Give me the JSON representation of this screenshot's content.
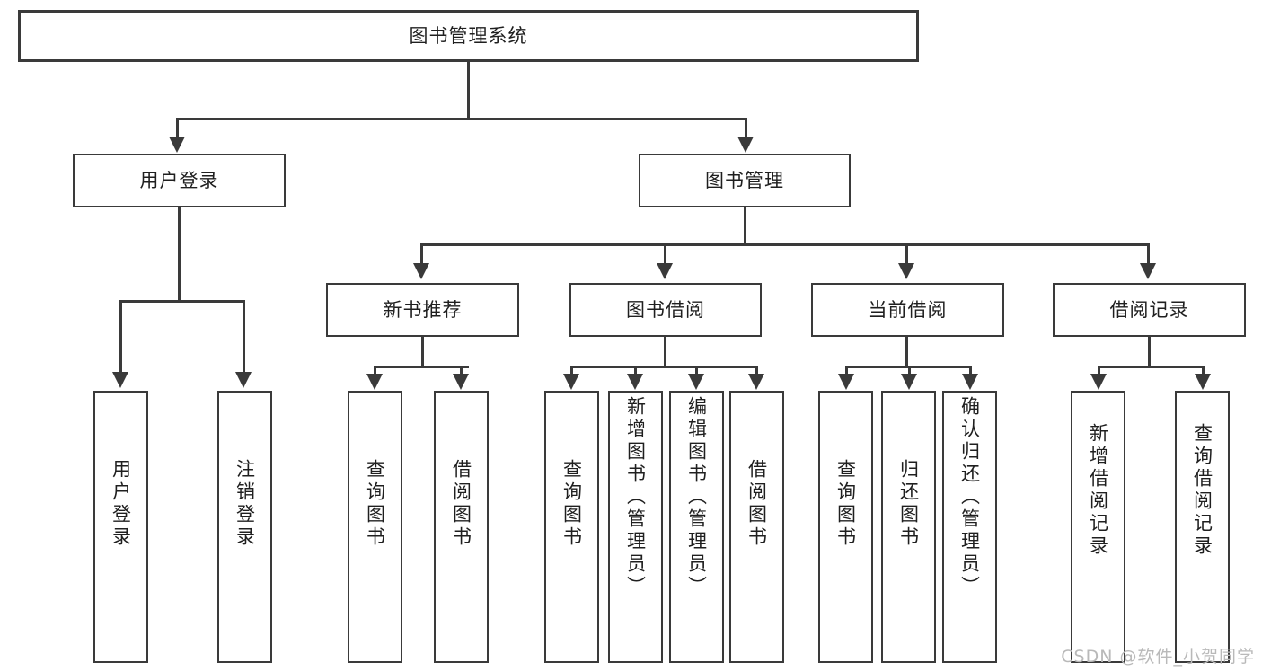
{
  "diagram": {
    "title": "图书管理系统",
    "type": "hierarchy-tree",
    "root": {
      "label": "图书管理系统"
    },
    "level2": [
      {
        "label": "用户登录"
      },
      {
        "label": "图书管理"
      }
    ],
    "level3": [
      {
        "label": "新书推荐"
      },
      {
        "label": "图书借阅"
      },
      {
        "label": "当前借阅"
      },
      {
        "label": "借阅记录"
      }
    ],
    "leaves": {
      "user_login": [
        {
          "label": "用户登录"
        },
        {
          "label": "注销登录"
        }
      ],
      "new_book_recommend": [
        {
          "label": "查询图书"
        },
        {
          "label": "借阅图书"
        }
      ],
      "book_borrow": [
        {
          "label": "查询图书"
        },
        {
          "label": "新增图书（管理员）"
        },
        {
          "label": "编辑图书（管理员）"
        },
        {
          "label": "借阅图书"
        }
      ],
      "current_borrow": [
        {
          "label": "查询图书"
        },
        {
          "label": "归还图书"
        },
        {
          "label": "确认归还（管理员）"
        }
      ],
      "borrow_record": [
        {
          "label": "新增借阅记录"
        },
        {
          "label": "查询借阅记录"
        }
      ]
    }
  },
  "watermark": {
    "text": "CSDN @软件_小贺同学"
  },
  "colors": {
    "stroke": "#3a3a3a",
    "background": "#ffffff",
    "text": "#1f1f1f",
    "watermark": "#b9b9b9"
  }
}
